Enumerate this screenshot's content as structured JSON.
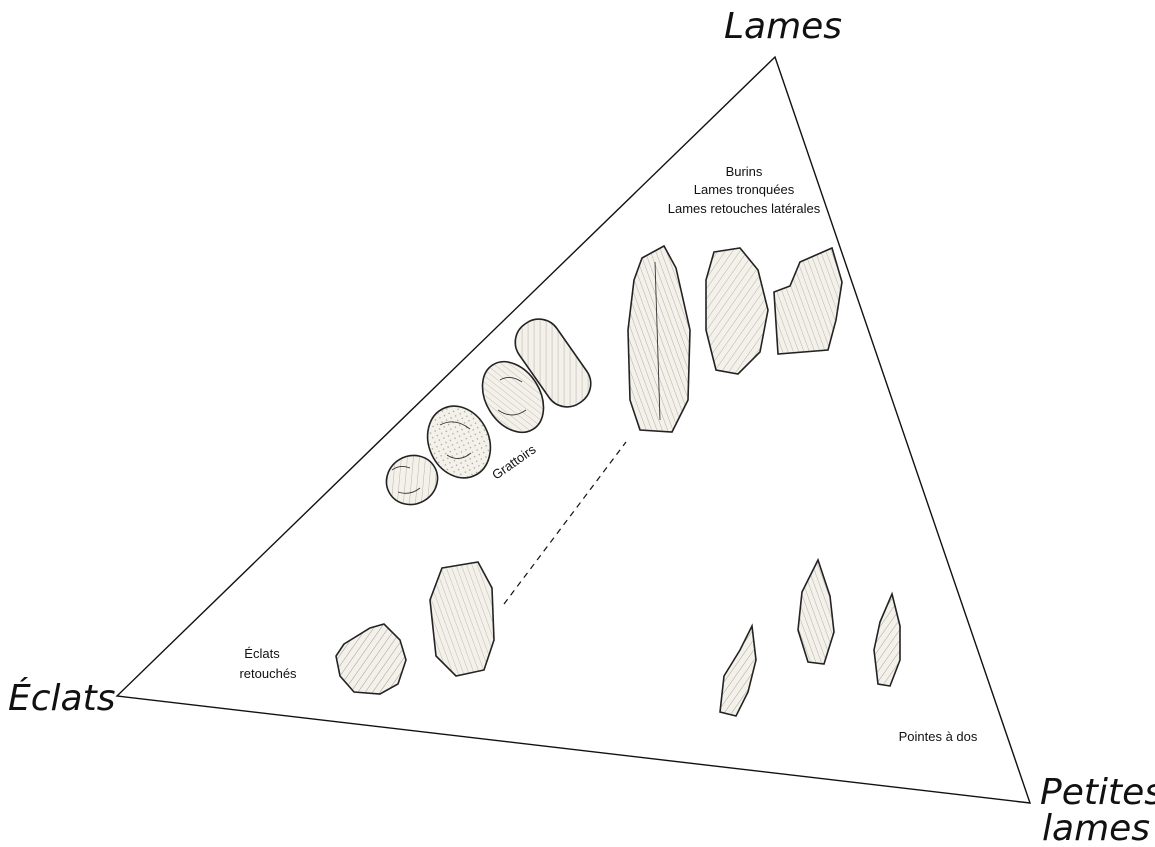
{
  "vertices": {
    "top": "Lames",
    "left": "Éclats",
    "right_line1": "Petites",
    "right_line2": "lames"
  },
  "groups": {
    "burins_line1": "Burins",
    "burins_line2": "Lames tronquées",
    "burins_line3": "Lames retouches latérales",
    "grattoirs": "Grattoirs",
    "eclats_line1": "Éclats",
    "eclats_line2": "retouchés",
    "pointes": "Pointes à dos"
  }
}
